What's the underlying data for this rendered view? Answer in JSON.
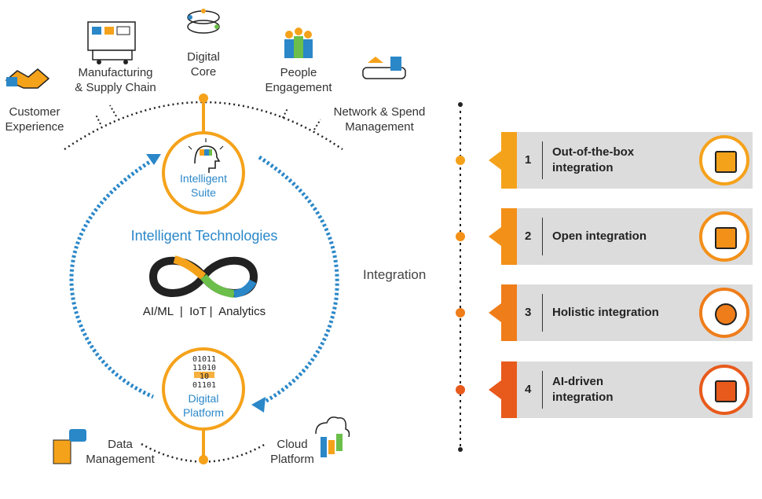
{
  "categories": {
    "customer": [
      "Customer",
      "Experience"
    ],
    "manufacturing": [
      "Manufacturing",
      "& Supply Chain"
    ],
    "digital_core": [
      "Digital",
      "Core"
    ],
    "people": [
      "People",
      "Engagement"
    ],
    "network": [
      "Network & Spend",
      "Management"
    ],
    "data_mgmt": [
      "Data",
      "Management"
    ],
    "cloud": [
      "Cloud",
      "Platform"
    ]
  },
  "center": {
    "title": "Intelligent Technologies",
    "subtitle": "AI/ML  |  IoT |  Analytics"
  },
  "nodes": {
    "suite": [
      "Intelligent",
      "Suite"
    ],
    "platform": [
      "Digital",
      "Platform"
    ],
    "binary": [
      "01011",
      "11010",
      "10",
      "01101"
    ]
  },
  "integration_label": "Integration",
  "items": [
    {
      "num": "1",
      "lines": [
        "Out-of-the-box",
        "integration"
      ],
      "color": "#f5a21b",
      "icon": "box-icon"
    },
    {
      "num": "2",
      "lines": [
        "Open integration"
      ],
      "color": "#f39018",
      "icon": "puzzle-icon"
    },
    {
      "num": "3",
      "lines": [
        "Holistic integration"
      ],
      "color": "#ef7d1a",
      "icon": "helm-icon"
    },
    {
      "num": "4",
      "lines": [
        "AI-driven",
        "integration"
      ],
      "color": "#e85a1c",
      "icon": "ai-head-icon"
    }
  ],
  "colors": {
    "blue": "#2a87c8",
    "orange": "#f5a21b",
    "card_bg": "#dcdcdc"
  }
}
